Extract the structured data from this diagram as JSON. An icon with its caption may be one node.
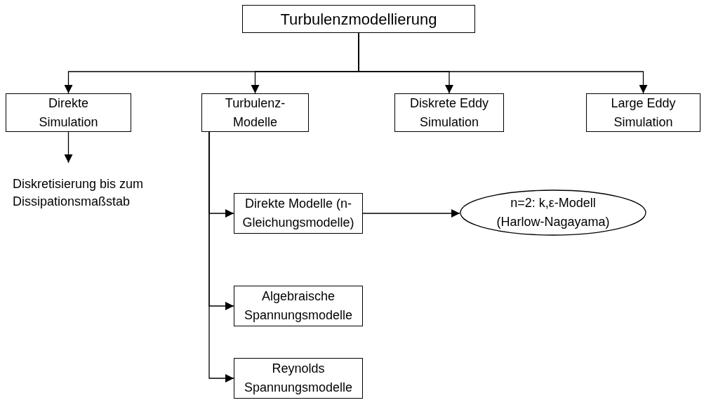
{
  "diagram": {
    "nodes": [
      {
        "text": [
          "Turbulenzmodellierung"
        ]
      },
      {
        "text": [
          "Direkte Simulation"
        ]
      },
      {
        "text": [
          "Turbulenz- Modelle"
        ]
      },
      {
        "text": [
          "Diskrete Eddy Simulation"
        ]
      },
      {
        "text": [
          "Large Eddy Simulation"
        ]
      },
      {
        "text": [
          "Diskretisierung bis zum Dissipationsmaßstab"
        ]
      },
      {
        "text": [
          "Direkte Modelle (n-Gleichungsmodelle)"
        ]
      },
      {
        "text": [
          "n=2: k,ε-Modell (Harlow-Nagayama)"
        ]
      },
      {
        "text": [
          "Algebraische Spannungsmodelle"
        ]
      },
      {
        "text": [
          "Reynolds Spannungsmodelle"
        ]
      }
    ],
    "edges": [
      {
        "from": 0,
        "to": 1,
        "arrow": "to"
      },
      {
        "from": 0,
        "to": 2,
        "arrow": "to"
      },
      {
        "from": 0,
        "to": 3,
        "arrow": "to"
      },
      {
        "from": 0,
        "to": 4,
        "arrow": "to"
      },
      {
        "from": 1,
        "to": 5,
        "arrow": "to"
      },
      {
        "from": 2,
        "to": 6,
        "arrow": "to"
      },
      {
        "from": 6,
        "to": 7,
        "arrow": "to"
      },
      {
        "from": 2,
        "to": 8,
        "arrow": "to"
      },
      {
        "from": 2,
        "to": 9,
        "arrow": "to"
      }
    ]
  }
}
